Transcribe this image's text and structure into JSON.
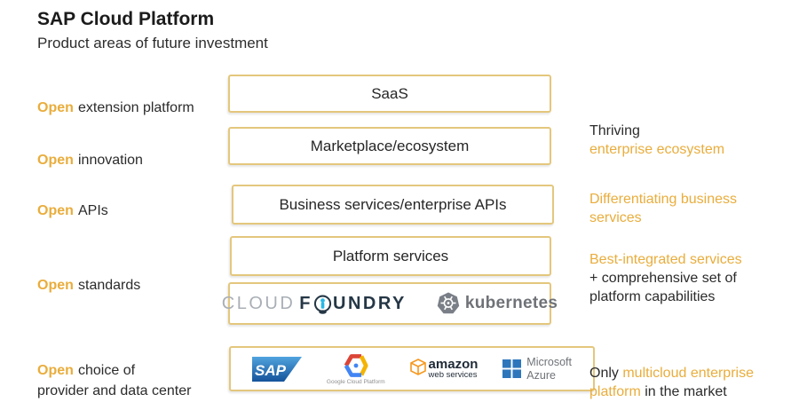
{
  "page": {
    "title": "SAP Cloud Platform",
    "subtitle": "Product areas of future investment"
  },
  "colors": {
    "gold_text": "#E9AD3C",
    "box_border": "#E4C77D",
    "sap_blue": "#1C6BB8",
    "azure_blue": "#2E76BC",
    "aws_orange": "#F7981D",
    "kubernetes_gray": "#7A7F87",
    "cloud_foundry_navy": "#253746",
    "cloud_foundry_blue": "#29B8E5"
  },
  "left_labels": [
    {
      "open": "Open",
      "rest": "extension platform"
    },
    {
      "open": "Open",
      "rest": "innovation"
    },
    {
      "open": "Open",
      "rest": "APIs"
    },
    {
      "open": "Open",
      "rest": "standards"
    },
    {
      "open": "Open",
      "rest": "choice of\nprovider and data center"
    }
  ],
  "boxes": [
    {
      "label": "SaaS"
    },
    {
      "label": "Marketplace/ecosystem"
    },
    {
      "label": "Business services/enterprise APIs"
    },
    {
      "label": "Platform services"
    }
  ],
  "runtimes": {
    "cloud_foundry": {
      "word1": "CLOUD",
      "word2_start": "F",
      "word2_end": "UNDRY"
    },
    "kubernetes": {
      "label": "kubernetes"
    }
  },
  "providers": {
    "sap": {
      "label": "SAP"
    },
    "google": {
      "caption": "Google Cloud Platform"
    },
    "aws": {
      "line1": "amazon",
      "line2": "web services"
    },
    "azure": {
      "line1": "Microsoft",
      "line2": "Azure"
    }
  },
  "right_notes": [
    {
      "black_before": "Thriving\n",
      "gold": "enterprise ecosystem",
      "black_after": ""
    },
    {
      "black_before": "",
      "gold": "Differentiating business\nservices",
      "black_after": ""
    },
    {
      "black_before": "",
      "gold": "Best-integrated services\n",
      "black_after": "+ comprehensive set of\nplatform capabilities"
    },
    {
      "black_before": "Only ",
      "gold": "multicloud enterprise\nplatform",
      "black_after": " in the market"
    }
  ]
}
